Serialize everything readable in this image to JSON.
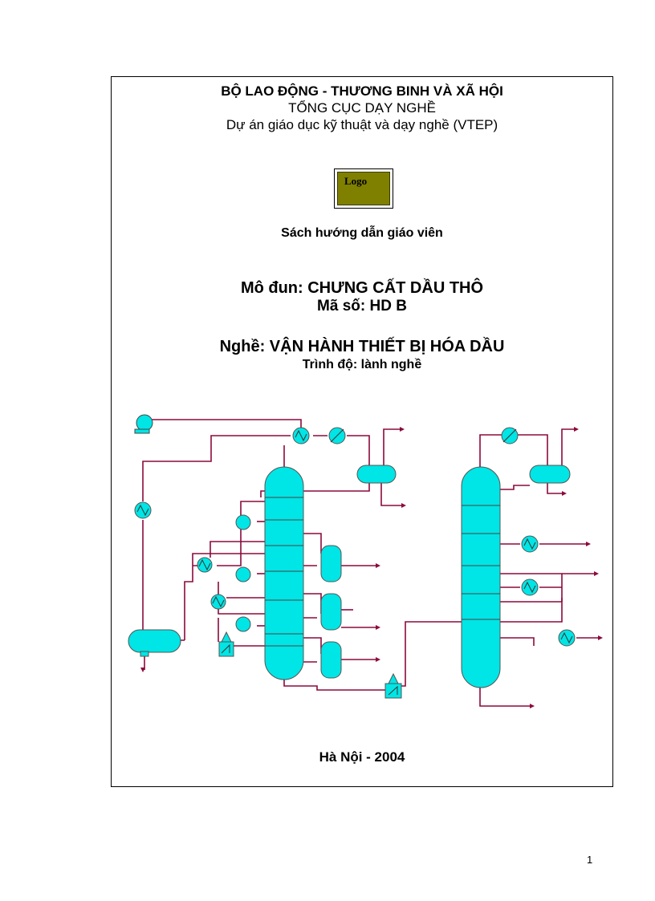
{
  "header": {
    "ministry": "BỘ LAO ĐỘNG - THƯƠNG BINH VÀ XÃ HỘI",
    "department": "TỔNG CỤC DẠY NGHỀ",
    "project": "Dự án giáo dục kỹ thuật và dạy nghề (VTEP)"
  },
  "logo": {
    "text": "Logo"
  },
  "document_type": "Sách hướng dẫn giáo viên",
  "module": {
    "title": "Mô đun: CHƯNG CẤT DẦU THÔ",
    "code": "Mã số: HD B"
  },
  "trade": {
    "title": "Nghề: VẬN HÀNH THIẾT BỊ HÓA DẦU",
    "level": "Trình độ: lành nghề"
  },
  "footer": {
    "place_year": "Hà Nội - 2004"
  },
  "page_number": "1",
  "colors": {
    "equipment_fill": "#00e5e5",
    "pipe_color": "#8b0a3c",
    "logo_fill": "#7f7f00"
  }
}
